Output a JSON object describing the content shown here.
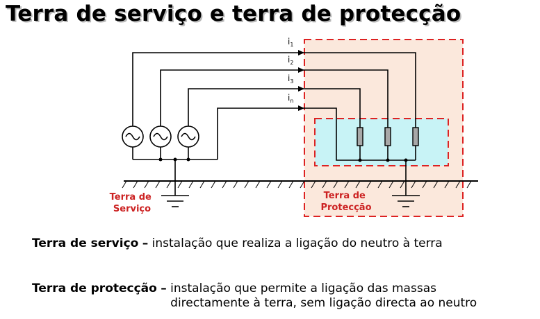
{
  "title": "Terra de serviço e terra de protecção",
  "currents": {
    "i1": {
      "base": "i",
      "sub": "1"
    },
    "i2": {
      "base": "i",
      "sub": "2"
    },
    "i3": {
      "base": "i",
      "sub": "3"
    },
    "in": {
      "base": "i",
      "sub": "n"
    }
  },
  "labels": {
    "service_line1": "Terra de",
    "service_line2": "Serviço",
    "protection_line1": "Terra de",
    "protection_line2": "Protecção"
  },
  "definitions": {
    "service": {
      "term": "Terra de serviço",
      "dash": "–",
      "text": "instalação que realiza a ligação do neutro à terra"
    },
    "protection": {
      "term": "Terra de protecção",
      "dash": "–",
      "text_line1": "instalação que permite a ligação das massas",
      "text_line2": "directamente à terra, sem ligação directa ao neutro"
    }
  },
  "colors": {
    "label_red": "#cc2222",
    "dashed_red": "#dd2222",
    "outer_box_fill": "#fbe8dc",
    "inner_box_fill": "#c8f3f6",
    "line": "#000000"
  }
}
